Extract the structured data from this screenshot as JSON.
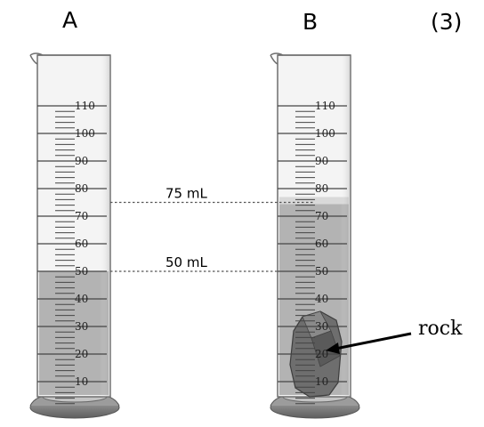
{
  "labels": {
    "cylinder_a": "A",
    "cylinder_b": "B",
    "question_number": "(3)",
    "rock": "rock"
  },
  "scale": {
    "major_ticks": [
      "10",
      "20",
      "30",
      "40",
      "50",
      "60",
      "70",
      "80",
      "90",
      "100",
      "110"
    ]
  },
  "readings": {
    "before": {
      "label": "75 mL",
      "value_ml": 50
    },
    "after": {
      "label": "50 mL",
      "value_ml": 75
    }
  },
  "fill_levels_ml": {
    "cylinder_a": 50,
    "cylinder_b": 75
  },
  "colors": {
    "water": "#b3b3b3",
    "water_top": "#d9d9d9",
    "glass_edge": "#6f6f6f",
    "glass_fill": "#f4f4f4",
    "base": "#8a8a8a",
    "rock": "#6e6e6e"
  }
}
